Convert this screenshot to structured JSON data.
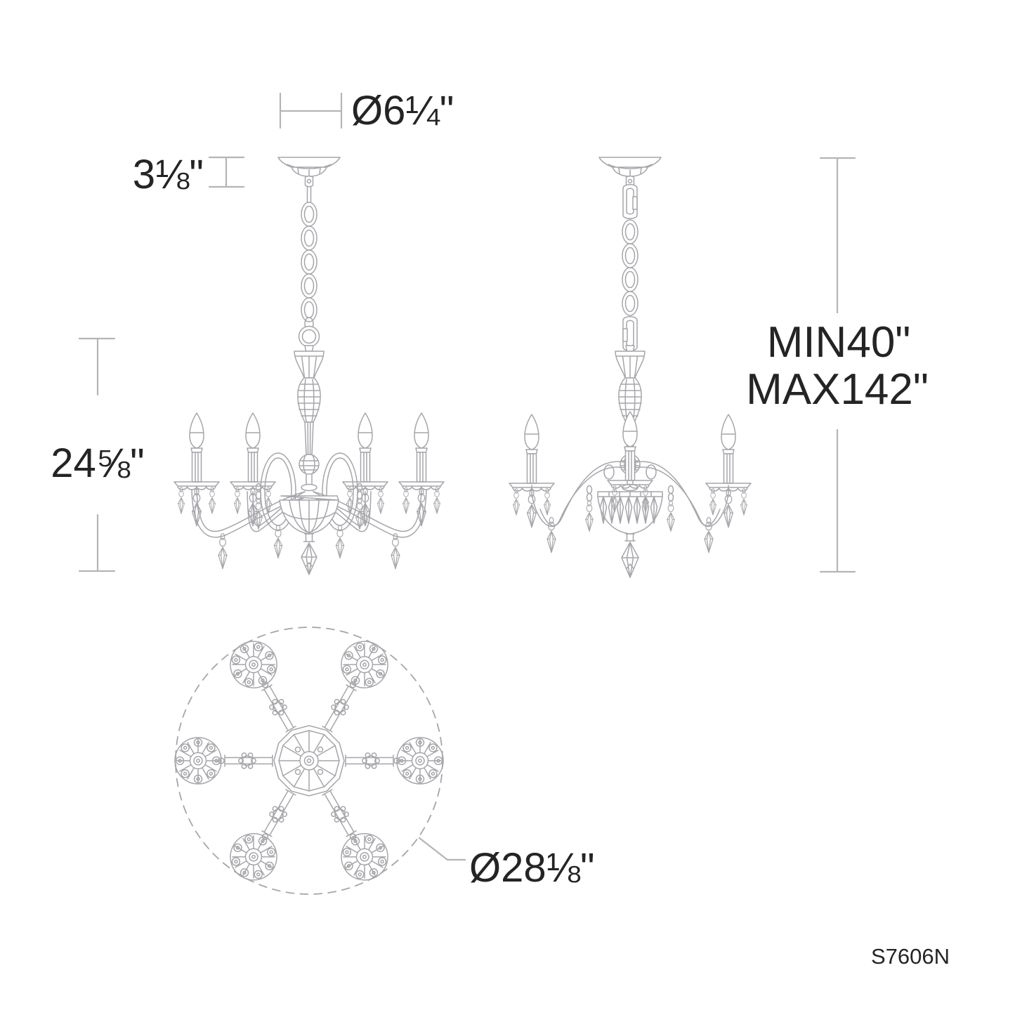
{
  "diagram": {
    "product_model": "S7606N",
    "dimensions": {
      "canopy_diameter": "Ø6¼\"",
      "canopy_height": "3⅛\"",
      "fixture_height": "24⅝\"",
      "suspension_min": "MIN40\"",
      "suspension_max": "MAX142\"",
      "fixture_diameter": "Ø28⅛\""
    },
    "views": {
      "left": "chandelier front view - 6 light",
      "right": "chandelier side view",
      "bottom": "top plan view - 6 arms"
    },
    "colors": {
      "line": "#a6a6ab",
      "dimension_line": "#b4b4b8",
      "text": "#242424",
      "background": "#ffffff"
    }
  }
}
